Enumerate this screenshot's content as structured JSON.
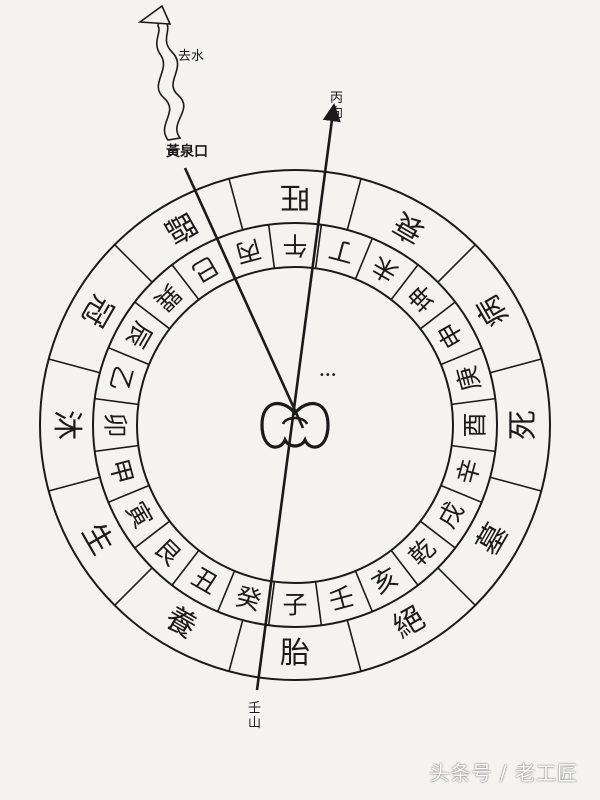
{
  "annotations": {
    "outflow_label": "去水",
    "mouth_label": "黃泉口",
    "facing_label": "丙向",
    "sitting_label": "壬山",
    "small_mark": "•••"
  },
  "inner_ring": [
    "子",
    "癸",
    "丑",
    "艮",
    "寅",
    "甲",
    "卯",
    "乙",
    "辰",
    "巽",
    "巳",
    "丙",
    "午",
    "丁",
    "未",
    "坤",
    "申",
    "庚",
    "酉",
    "辛",
    "戌",
    "乾",
    "亥",
    "壬"
  ],
  "outer_ring": [
    "胎",
    "養",
    "生",
    "沐",
    "冠",
    "臨",
    "旺",
    "衰",
    "病",
    "死",
    "墓",
    "絕"
  ],
  "watermark": "头条号 / 老工匠",
  "colors": {
    "ink": "#1a1a1a",
    "paper": "#f4f3ef"
  }
}
